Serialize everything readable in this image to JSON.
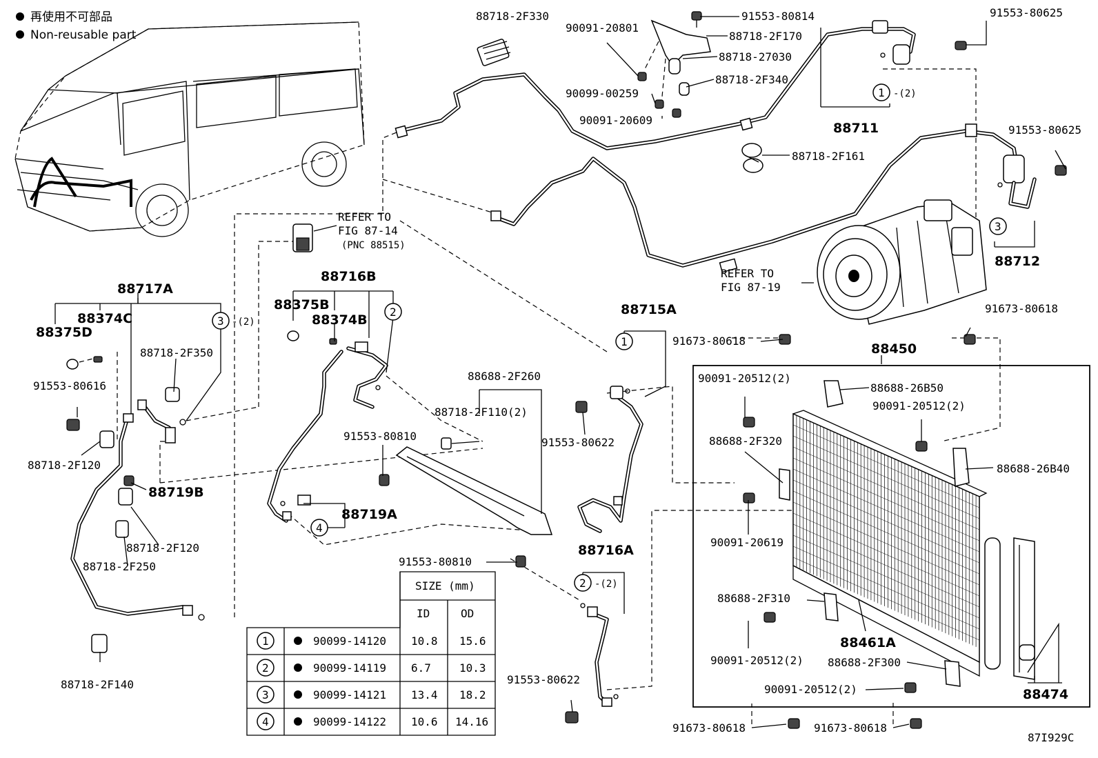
{
  "legend": {
    "jp": "再使用不可部品",
    "en": "Non-reusable part"
  },
  "labels": {
    "p88718_2F330": "88718-2F330",
    "p90091_20801": "90091-20801",
    "p91553_80814": "91553-80814",
    "p88718_2F170": "88718-2F170",
    "p88718_27030": "88718-27030",
    "p88718_2F340": "88718-2F340",
    "p90099_00259": "90099-00259",
    "p90091_20609": "90091-20609",
    "p91553_80625a": "91553-80625",
    "p91553_80625b": "91553-80625",
    "p88711": "88711",
    "p88718_2F161": "88718-2F161",
    "p88712": "88712",
    "refer1": "REFER TO",
    "refer1b": "FIG 87-14",
    "refer1c": "(PNC 88515)",
    "refer2": "REFER TO",
    "refer2b": "FIG 87-19",
    "p88717A": "88717A",
    "p88374C": "88374C",
    "p88375D": "88375D",
    "p88718_2F350": "88718-2F350",
    "p91553_80616": "91553-80616",
    "p88718_2F120a": "88718-2F120",
    "p88719B": "88719B",
    "p88718_2F120b": "88718-2F120",
    "p88718_2F250": "88718-2F250",
    "p88718_2F140": "88718-2F140",
    "p88716B": "88716B",
    "p88375B": "88375B",
    "p88374B": "88374B",
    "p91553_80810a": "91553-80810",
    "p88719A": "88719A",
    "p88688_2F260": "88688-2F260",
    "p88718_2F110": "88718-2F110(2)",
    "p91553_80810b": "91553-80810",
    "p88715A": "88715A",
    "p91553_80622a": "91553-80622",
    "p88716A": "88716A",
    "p91553_80622b": "91553-80622",
    "p91673_80618a": "91673-80618",
    "p91673_80618b": "91673-80618",
    "p88450": "88450",
    "p90091_20512a": "90091-20512(2)",
    "p88688_26B50": "88688-26B50",
    "p90091_20512b": "90091-20512(2)",
    "p88688_2F320": "88688-2F320",
    "p88688_26B40": "88688-26B40",
    "p90091_20619": "90091-20619",
    "p88688_2F310": "88688-2F310",
    "p90091_20512c": "90091-20512(2)",
    "p88461A": "88461A",
    "p88688_2F300": "88688-2F300",
    "p90091_20512d": "90091-20512(2)",
    "p88474": "88474",
    "p91673_80618c": "91673-80618",
    "p91673_80618d": "91673-80618",
    "qty2": "-(2)",
    "code": "87I929C"
  },
  "circle_refs": [
    "1",
    "2",
    "3",
    "4"
  ],
  "table": {
    "header_size": "SIZE (mm)",
    "header_id": "ID",
    "header_od": "OD",
    "rows": [
      {
        "ref": "1",
        "part": "90099-14120",
        "id": "10.8",
        "od": "15.6"
      },
      {
        "ref": "2",
        "part": "90099-14119",
        "id": "6.7",
        "od": "10.3"
      },
      {
        "ref": "3",
        "part": "90099-14121",
        "id": "13.4",
        "od": "18.2"
      },
      {
        "ref": "4",
        "part": "90099-14122",
        "id": "10.6",
        "od": "14.16"
      }
    ]
  }
}
